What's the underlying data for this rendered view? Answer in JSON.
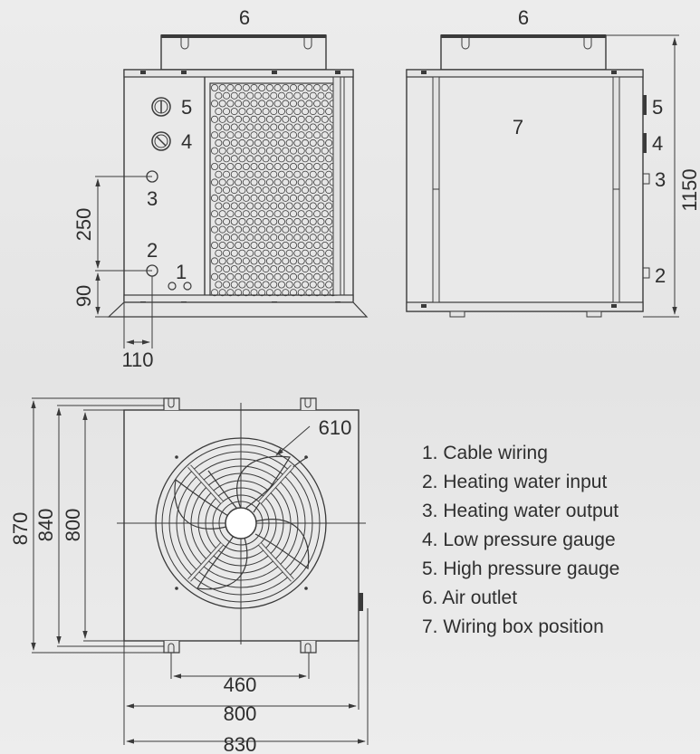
{
  "front_view": {
    "top_label": "6",
    "callouts": {
      "c5": "5",
      "c4": "4",
      "c3": "3",
      "c2": "2",
      "c1": "1"
    },
    "dim_250": "250",
    "dim_90": "90",
    "dim_110": "110"
  },
  "side_view": {
    "top_label": "6",
    "center_label": "7",
    "callouts": {
      "c5": "5",
      "c4": "4",
      "c3": "3",
      "c2": "2"
    },
    "dim_height": "1150"
  },
  "top_view": {
    "fan_label": "610",
    "dim_870": "870",
    "dim_840": "840",
    "dim_800v": "800",
    "dim_460": "460",
    "dim_800h": "800",
    "dim_830": "830"
  },
  "legend": [
    "1. Cable wiring",
    "2. Heating water input",
    "3. Heating water output",
    "4. Low pressure gauge",
    "5. High pressure gauge",
    "6. Air outlet",
    "7. Wiring box position"
  ],
  "colors": {
    "line": "#3a3a3a",
    "background": "#e8e8e8",
    "text": "#2e2e2e"
  }
}
